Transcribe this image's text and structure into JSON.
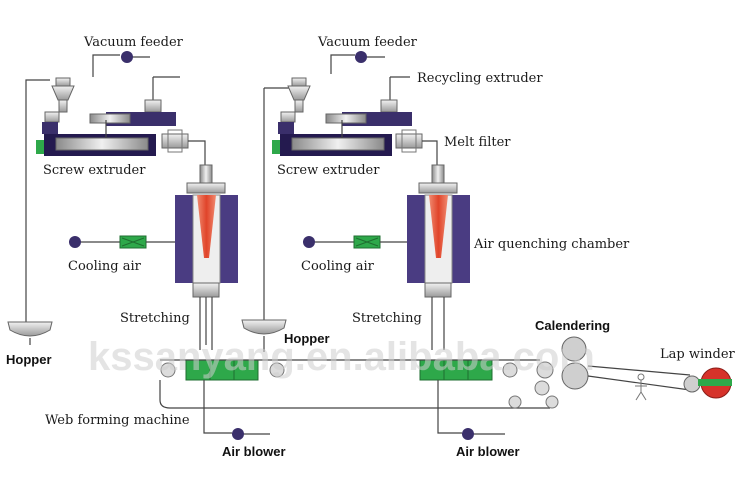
{
  "labels": {
    "vacuum_feeder_left": "Vacuum feeder",
    "vacuum_feeder_right": "Vacuum feeder",
    "recycling_extruder": "Recycling extruder",
    "screw_extruder_left": "Screw extruder",
    "screw_extruder_right": "Screw extruder",
    "melt_filter": "Melt filter",
    "air_quenching_chamber": "Air quenching chamber",
    "cooling_air_left": "Cooling air",
    "cooling_air_right": "Cooling air",
    "stretching_left": "Stretching",
    "stretching_right": "Stretching",
    "hopper_left": "Hopper",
    "hopper_right": "Hopper",
    "calendering": "Calendering",
    "lap_winder": "Lap winder",
    "web_forming_machine": "Web forming machine",
    "air_blower_left": "Air blower",
    "air_blower_right": "Air blower"
  },
  "watermark": "kssanyang.en.alibaba.com",
  "colors": {
    "extruder": "#3a2f6b",
    "extruder_dark": "#241a4f",
    "green": "#2ea84a",
    "spinneret": "#e0442a",
    "chamber_side": "#4a3c82",
    "winder_roll": "#d6322a",
    "roller": "#bdbdbd"
  }
}
